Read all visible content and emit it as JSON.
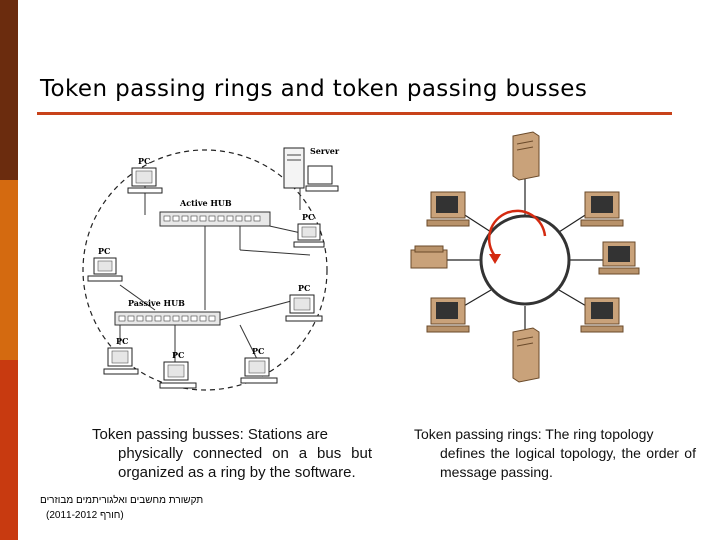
{
  "slide": {
    "title": "Token passing rings and token passing busses",
    "colors": {
      "accent_rule": "#c8421a",
      "sidebar_top": "#6b2c0e",
      "sidebar_mid": "#d46a10",
      "sidebar_bottom": "#c83a10",
      "ring_arrow": "#d42a10"
    }
  },
  "bus_diagram": {
    "labels": {
      "pc": "PC",
      "server": "Server",
      "active_hub": "Active HUB",
      "passive_hub": "Passive HUB"
    }
  },
  "captions": {
    "bus_first": "Token passing busses: Stations are",
    "bus_rest": "physically connected on a bus but organized as a ring by the software.",
    "ring_first": "Token passing rings: The ring topology",
    "ring_rest": "defines the logical topology, the order of message passing."
  },
  "footer": {
    "line1": "תקשורת מחשבים ואלגוריתמים מבוזרים",
    "line2": "(2011-2012 חורף)"
  }
}
